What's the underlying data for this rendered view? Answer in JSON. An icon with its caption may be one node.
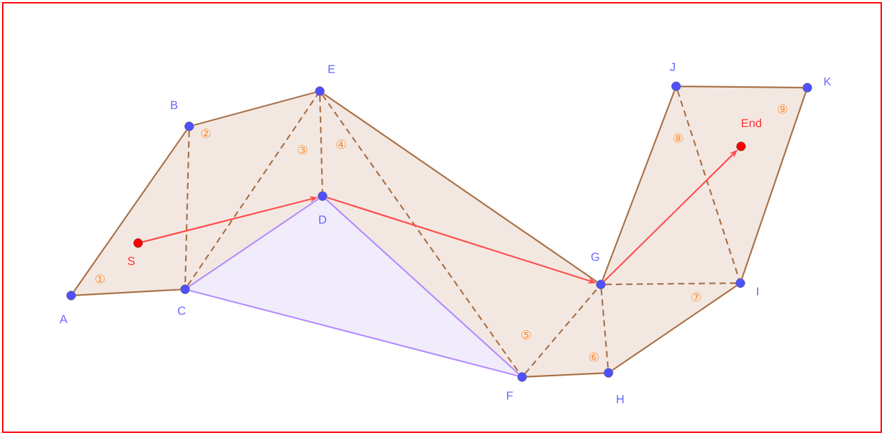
{
  "diagram": {
    "nodes": [
      {
        "text": [
          "A"
        ]
      },
      {
        "text": [
          "B"
        ]
      },
      {
        "text": [
          "C"
        ]
      },
      {
        "text": [
          "D"
        ]
      },
      {
        "text": [
          "E"
        ]
      },
      {
        "text": [
          "F"
        ]
      },
      {
        "text": [
          "G"
        ]
      },
      {
        "text": [
          "H"
        ]
      },
      {
        "text": [
          "I"
        ]
      },
      {
        "text": [
          "J"
        ]
      },
      {
        "text": [
          "K"
        ]
      },
      {
        "text": [
          "S"
        ]
      },
      {
        "text": [
          "End"
        ]
      }
    ],
    "edges": [
      {
        "from": 0,
        "to": 1,
        "arrow": "none"
      },
      {
        "from": 1,
        "to": 4,
        "arrow": "none"
      },
      {
        "from": 4,
        "to": 6,
        "arrow": "none"
      },
      {
        "from": 6,
        "to": 9,
        "arrow": "none"
      },
      {
        "from": 9,
        "to": 10,
        "arrow": "none"
      },
      {
        "from": 10,
        "to": 8,
        "arrow": "none"
      },
      {
        "from": 8,
        "to": 7,
        "arrow": "none"
      },
      {
        "from": 7,
        "to": 5,
        "arrow": "none"
      },
      {
        "from": 2,
        "to": 0,
        "arrow": "none"
      },
      {
        "from": 1,
        "to": 2,
        "arrow": "none",
        "style": "dashed"
      },
      {
        "from": 2,
        "to": 4,
        "arrow": "none",
        "style": "dashed"
      },
      {
        "from": 4,
        "to": 3,
        "arrow": "none",
        "style": "dashed"
      },
      {
        "from": 4,
        "to": 5,
        "arrow": "none",
        "style": "dashed"
      },
      {
        "from": 5,
        "to": 6,
        "arrow": "none",
        "style": "dashed"
      },
      {
        "from": 6,
        "to": 7,
        "arrow": "none",
        "style": "dashed"
      },
      {
        "from": 6,
        "to": 8,
        "arrow": "none",
        "style": "dashed"
      },
      {
        "from": 9,
        "to": 8,
        "arrow": "none",
        "style": "dashed"
      },
      {
        "from": 2,
        "to": 3,
        "arrow": "none",
        "color": "#b38cff"
      },
      {
        "from": 3,
        "to": 5,
        "arrow": "none",
        "color": "#b38cff"
      },
      {
        "from": 2,
        "to": 5,
        "arrow": "none",
        "color": "#b38cff"
      },
      {
        "from": 11,
        "to": 3,
        "arrow": "to",
        "color": "#ff4d4d"
      },
      {
        "from": 3,
        "to": 6,
        "arrow": "to",
        "color": "#ff4d4d"
      },
      {
        "from": 6,
        "to": 12,
        "arrow": "to",
        "color": "#ff4d4d"
      }
    ],
    "labels": [
      "①",
      "②",
      "③",
      "④",
      "⑤",
      "⑥",
      "⑦",
      "⑧",
      "⑨"
    ]
  }
}
